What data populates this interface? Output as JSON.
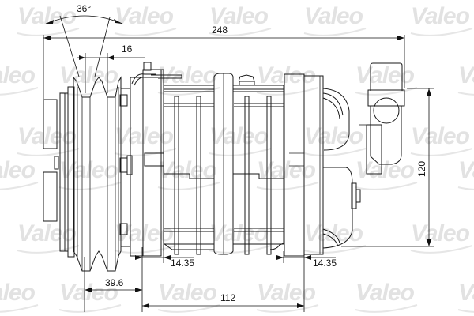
{
  "drawing": {
    "subject": "A/C compressor technical drawing",
    "watermark_text": "Valeo",
    "colors": {
      "line": "#1a1a1a",
      "watermark": "#e2e2e2",
      "background": "#ffffff"
    }
  },
  "dimensions": {
    "angle": {
      "label": "36°"
    },
    "overall_length": {
      "label": "248"
    },
    "pulley_groove_pitch": {
      "label": "16"
    },
    "height": {
      "label": "120"
    },
    "mount_left_width": {
      "label": "14.35"
    },
    "mount_right_width": {
      "label": "14.35"
    },
    "pulley_to_mount": {
      "label": "39.6"
    },
    "mount_spacing": {
      "label": "112"
    }
  }
}
